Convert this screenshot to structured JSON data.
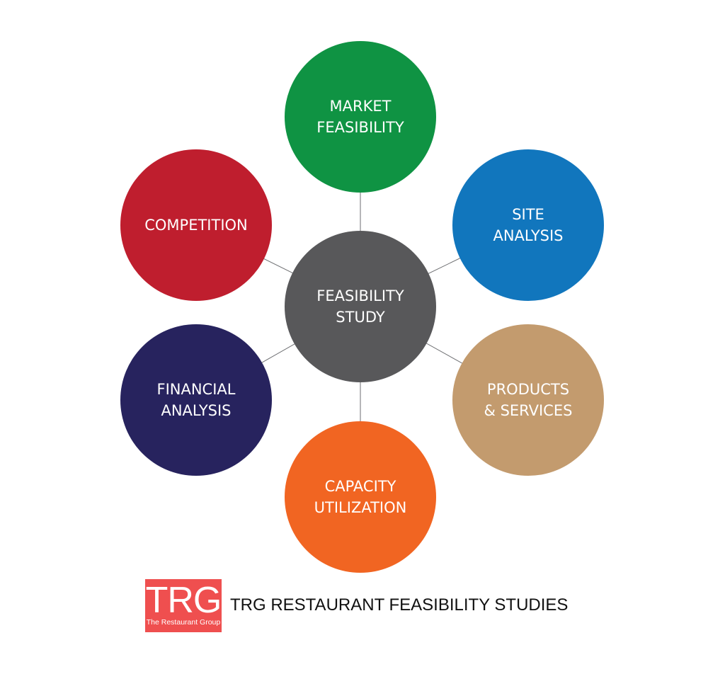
{
  "diagram": {
    "center": {
      "lines": [
        "FEASIBILITY",
        "STUDY"
      ],
      "color": "#58585a"
    },
    "nodes": [
      {
        "id": "market-feasibility",
        "lines": [
          "MARKET",
          "FEASIBILITY"
        ],
        "color": "#0f9343"
      },
      {
        "id": "site-analysis",
        "lines": [
          "SITE",
          "ANALYSIS"
        ],
        "color": "#1176bd"
      },
      {
        "id": "products-services",
        "lines": [
          "PRODUCTS",
          "& SERVICES"
        ],
        "color": "#c39b6e"
      },
      {
        "id": "capacity-utilization",
        "lines": [
          "CAPACITY",
          "UTILIZATION"
        ],
        "color": "#f16522"
      },
      {
        "id": "financial-analysis",
        "lines": [
          "FINANCIAL",
          "ANALYSIS"
        ],
        "color": "#27235e"
      },
      {
        "id": "competition",
        "lines": [
          "COMPETITION"
        ],
        "color": "#bf1e2e"
      }
    ],
    "connector_color": "#6d6e71"
  },
  "footer": {
    "logo_mark": "TRG",
    "logo_subtitle": "The Restaurant Group",
    "logo_color": "#ef4f4f",
    "title": "TRG RESTAURANT FEASIBILITY STUDIES"
  }
}
